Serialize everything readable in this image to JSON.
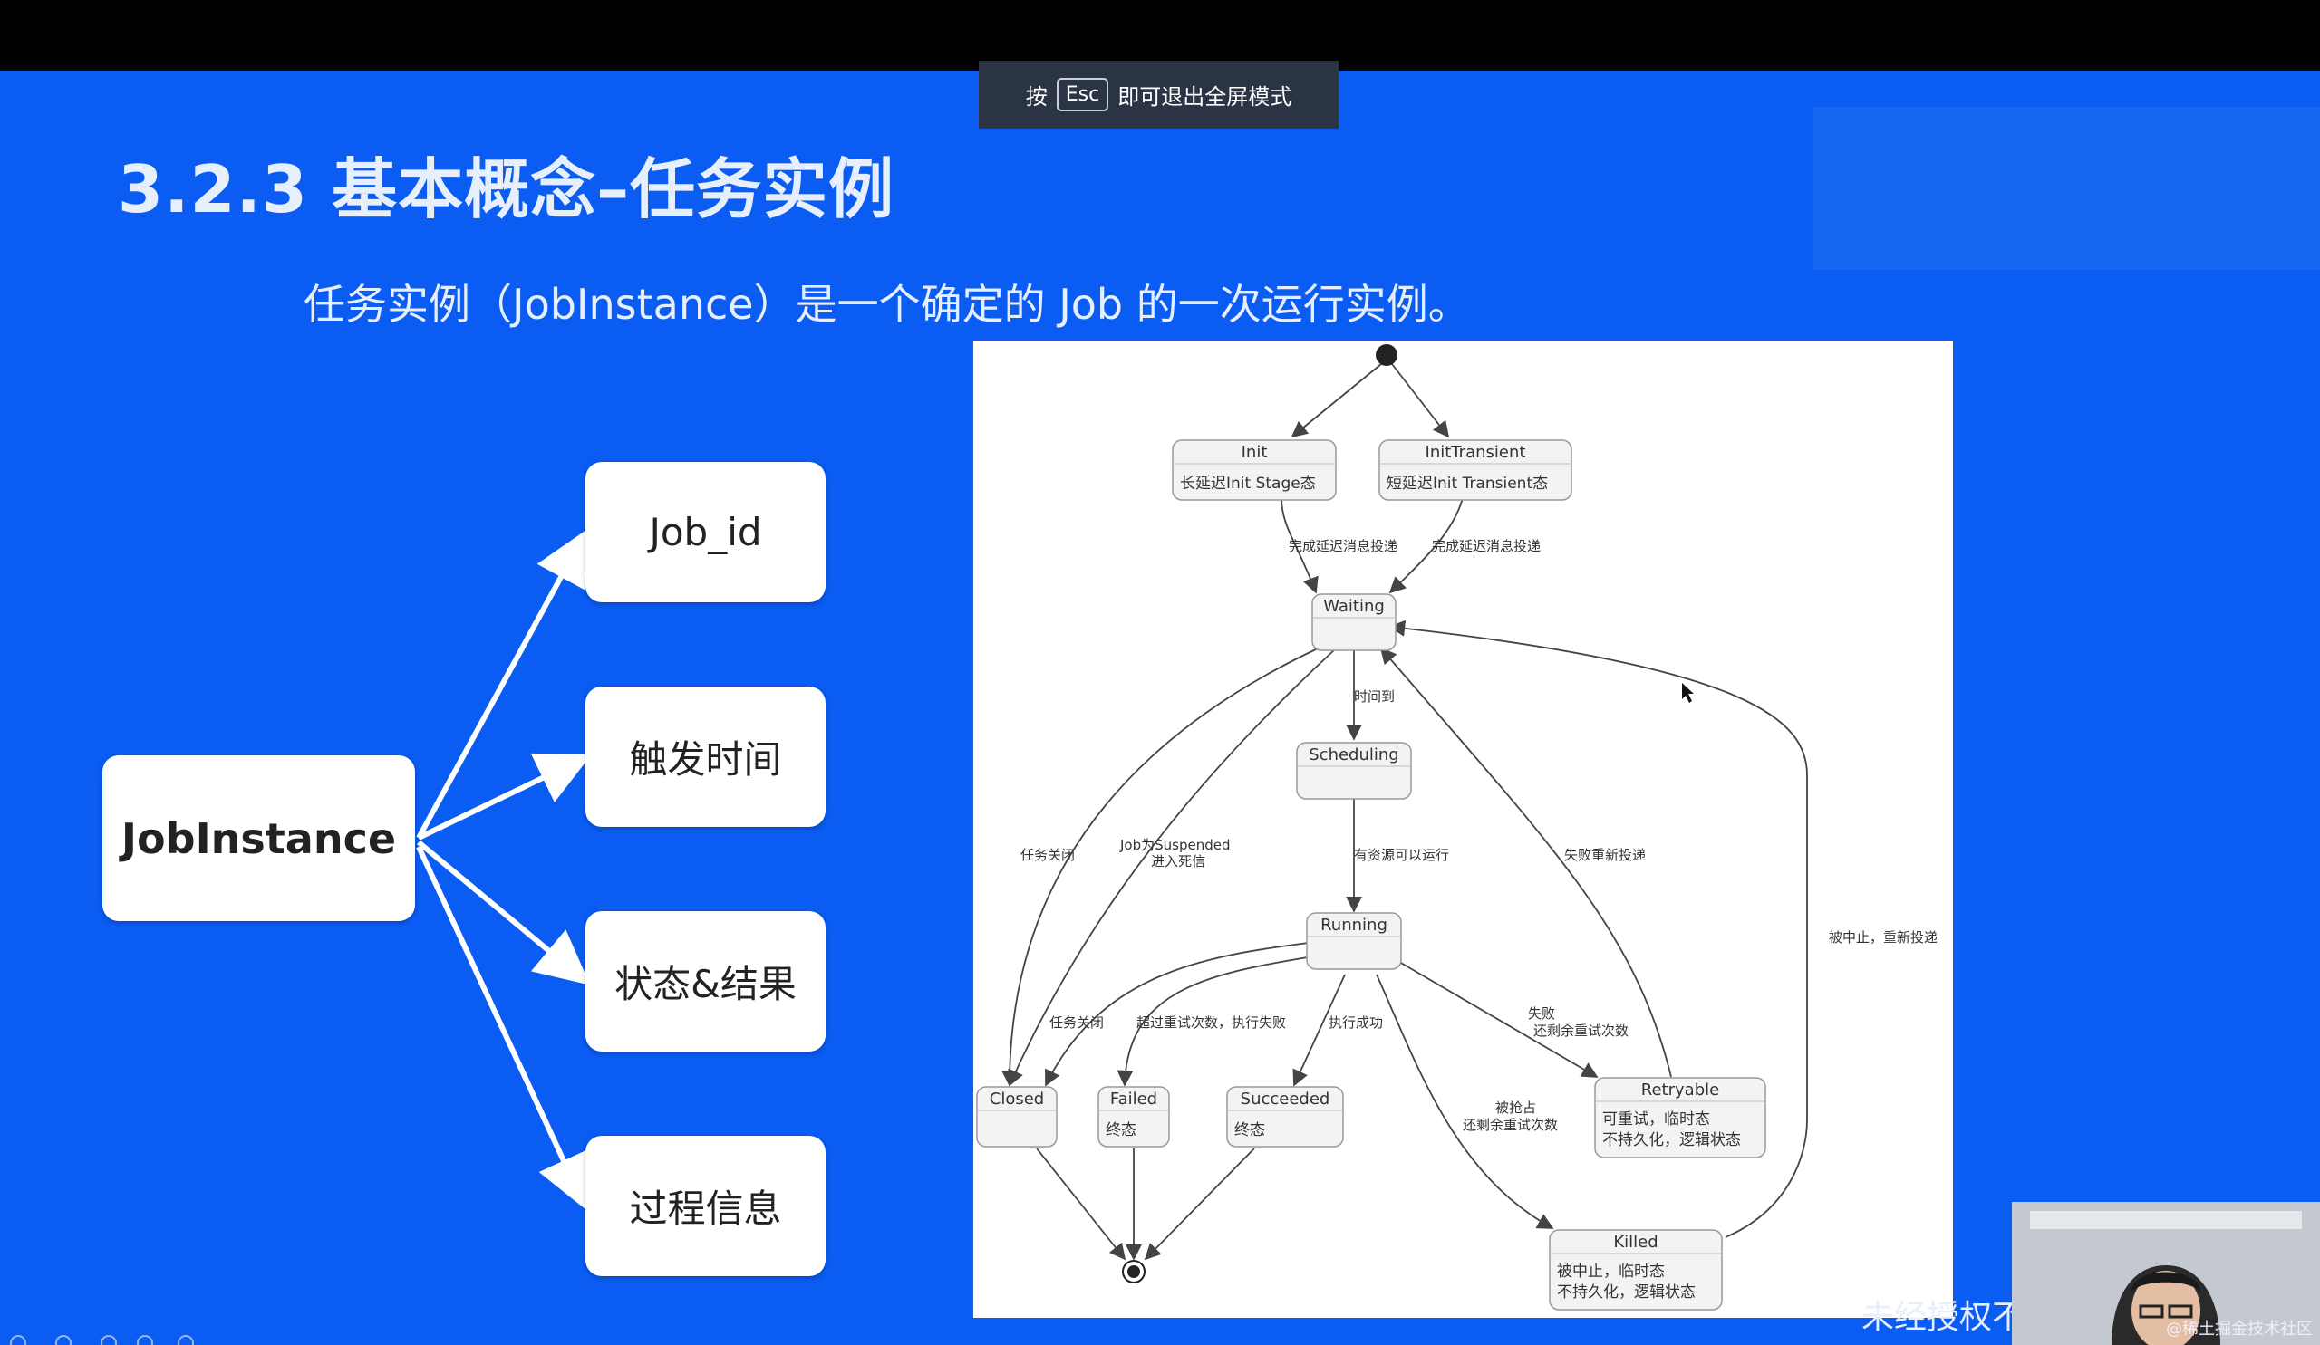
{
  "esc_bar": {
    "prefix": "按",
    "key": "Esc",
    "suffix": "即可退出全屏模式"
  },
  "slide": {
    "title": "3.2.3 基本概念–任务实例",
    "subtitle": "任务实例（JobInstance）是一个确定的 Job 的一次运行实例。"
  },
  "mindmap": {
    "root": "JobInstance",
    "children": [
      "Job_id",
      "触发时间",
      "状态&结果",
      "过程信息"
    ]
  },
  "diagram": {
    "states": {
      "init": {
        "name": "Init",
        "desc": "长延迟Init Stage态"
      },
      "init_transient": {
        "name": "InitTransient",
        "desc": "短延迟Init Transient态"
      },
      "waiting": {
        "name": "Waiting"
      },
      "scheduling": {
        "name": "Scheduling"
      },
      "running": {
        "name": "Running"
      },
      "closed": {
        "name": "Closed"
      },
      "failed": {
        "name": "Failed",
        "desc": "终态"
      },
      "succeeded": {
        "name": "Succeeded",
        "desc": "终态"
      },
      "retryable": {
        "name": "Retryable",
        "desc1": "可重试，临时态",
        "desc2": "不持久化，逻辑状态"
      },
      "killed": {
        "name": "Killed",
        "desc1": "被中止，临时态",
        "desc2": "不持久化，逻辑状态"
      }
    },
    "transitions": {
      "init_to_waiting": "完成延迟消息投递",
      "transient_to_waiting": "完成延迟消息投递",
      "waiting_to_scheduling": "时间到",
      "scheduling_to_running": "有资源可以运行",
      "waiting_to_closed": "任务关闭",
      "suspended_1": "Job为Suspended",
      "suspended_2": "进入死信",
      "retry_repost": "失败重新投递",
      "killed_repost": "被中止，重新投递",
      "running_to_closed": "任务关闭",
      "running_to_failed": "超过重试次数，执行失败",
      "running_to_succeeded": "执行成功",
      "running_to_retryable_1": "失败",
      "running_to_retryable_2": "还剩余重试次数",
      "running_to_killed_1": "被抢占",
      "running_to_killed_2": "还剩余重试次数"
    }
  },
  "caption": "未经授权不",
  "watermark": "@稀土掘金技术社区"
}
